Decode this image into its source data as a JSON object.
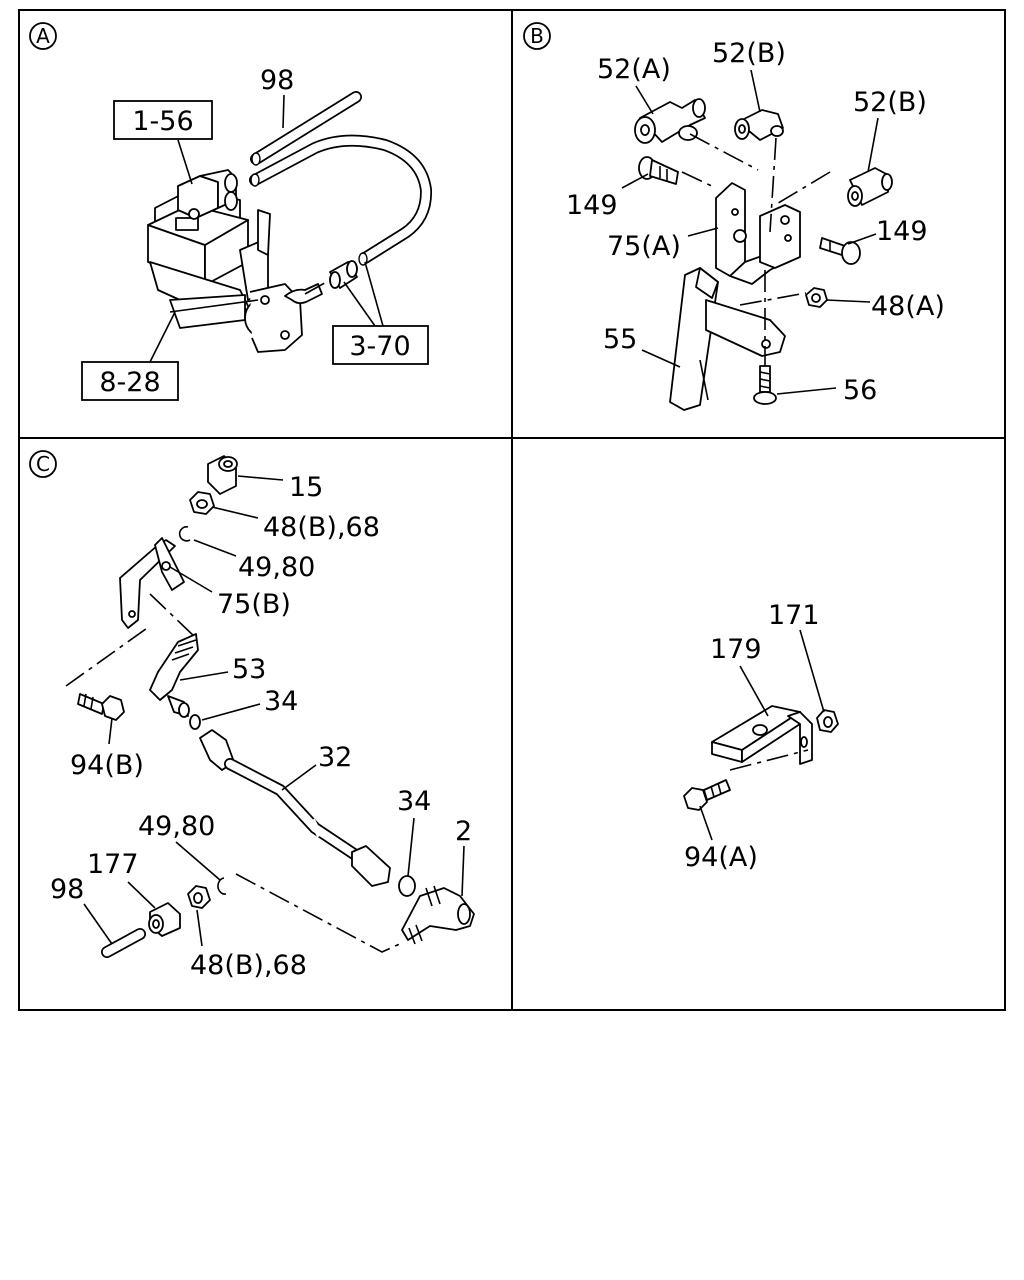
{
  "panels": {
    "a": {
      "badge": "A",
      "labels": {
        "p98": "98",
        "p1_56": "1-56",
        "p3_70": "3-70",
        "p8_28": "8-28"
      }
    },
    "b": {
      "badge": "B",
      "labels": {
        "p52a": "52(A)",
        "p52b_1": "52(B)",
        "p52b_2": "52(B)",
        "p149_1": "149",
        "p149_2": "149",
        "p75a": "75(A)",
        "p48a": "48(A)",
        "p55": "55",
        "p56": "56"
      }
    },
    "c": {
      "badge": "C",
      "labels": {
        "p15": "15",
        "p48b68_1": "48(B),68",
        "p49_80_1": "49,80",
        "p75b": "75(B)",
        "p53": "53",
        "p34_1": "34",
        "p94b": "94(B)",
        "p32": "32",
        "p34_2": "34",
        "p2": "2",
        "p49_80_2": "49,80",
        "p177": "177",
        "p98": "98",
        "p48b68_2": "48(B),68"
      }
    },
    "d": {
      "labels": {
        "p171": "171",
        "p179": "179",
        "p94a": "94(A)"
      }
    }
  }
}
